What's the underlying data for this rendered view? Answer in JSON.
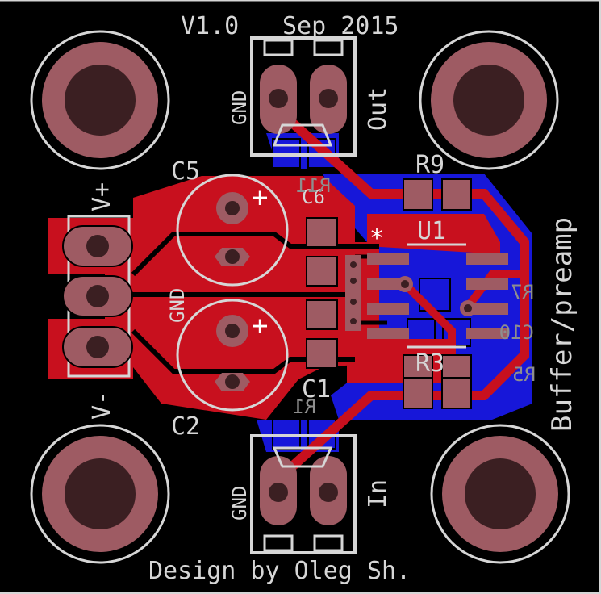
{
  "board": {
    "version_label": "V1.0",
    "date_label": "Sep 2015",
    "title": "Buffer/preamp",
    "credit": "Design by Oleg Sh."
  },
  "connectors": {
    "power": {
      "vplus": "V+",
      "vminus": "V-",
      "gnd": "GND"
    },
    "output": {
      "gnd": "GND",
      "signal": "Out"
    },
    "input": {
      "gnd": "GND",
      "signal": "In"
    }
  },
  "components": {
    "c5": "C5",
    "c2": "C2",
    "c6": "C6",
    "c1": "C1",
    "u1": "U1",
    "r9": "R9",
    "r3": "R3"
  },
  "bottom_silkscreen": {
    "r11": "R11",
    "r1": "R1",
    "r7": "R7",
    "c10": "C10",
    "r5": "R5"
  },
  "colors": {
    "board": "#000000",
    "top_copper": "#c8101e",
    "bottom_copper": "#1717d9",
    "pad": "#9e5b63",
    "silkscreen": "#d6d6d6",
    "drill": "#3b1f22"
  }
}
